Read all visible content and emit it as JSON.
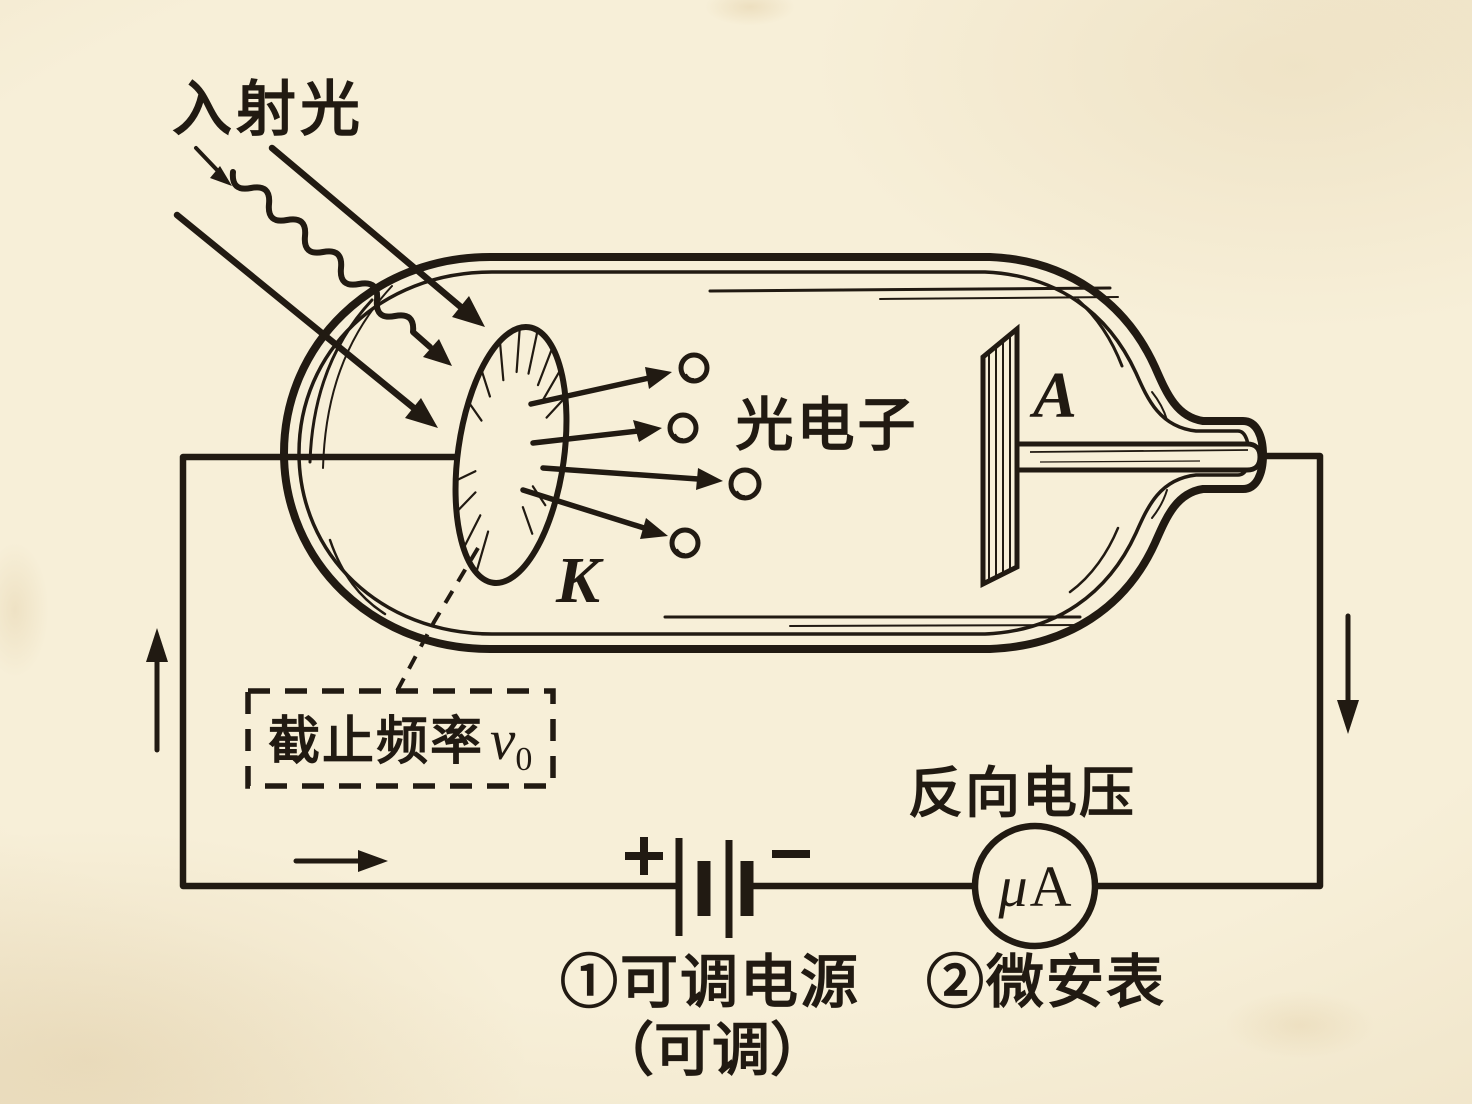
{
  "colors": {
    "paper": "#f7efd8",
    "paper_edge": "#e5d3ac",
    "ink": "#211a12"
  },
  "light": {
    "label": "入射光"
  },
  "tube": {
    "cathode_label": "K",
    "anode_label": "A"
  },
  "electrons": {
    "label": "光电子"
  },
  "callout": {
    "text": "截止频率",
    "symbol": "ν",
    "subscript": "0"
  },
  "circuit": {
    "battery_plus": "+",
    "battery_minus": "−",
    "meter_title": "反向电压",
    "meter_symbol_mu": "μ",
    "meter_symbol_a": "A"
  },
  "captions": {
    "power": "①可调电源",
    "power_note": "（可调）",
    "ammeter": "②微安表"
  }
}
